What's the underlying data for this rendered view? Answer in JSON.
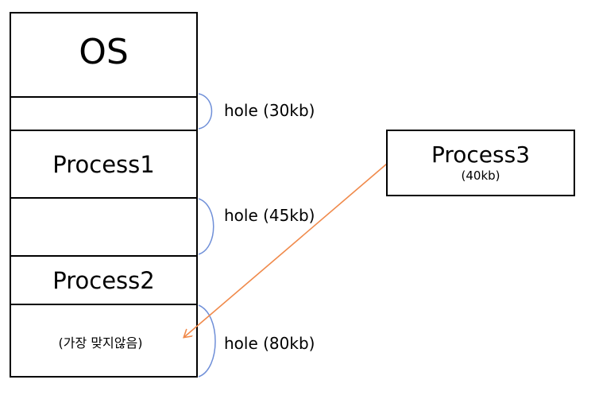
{
  "memory": {
    "os": "OS",
    "process1": "Process1",
    "process2": "Process2",
    "not_fit_note": "(가장 맞지않음)"
  },
  "holes": {
    "h30": "hole (30kb)",
    "h45": "hole (45kb)",
    "h80": "hole (80kb)"
  },
  "incoming": {
    "name": "Process3",
    "size": "(40kb)"
  },
  "colors": {
    "arrow": "#f08a4b",
    "brace": "#6f8fd8"
  }
}
